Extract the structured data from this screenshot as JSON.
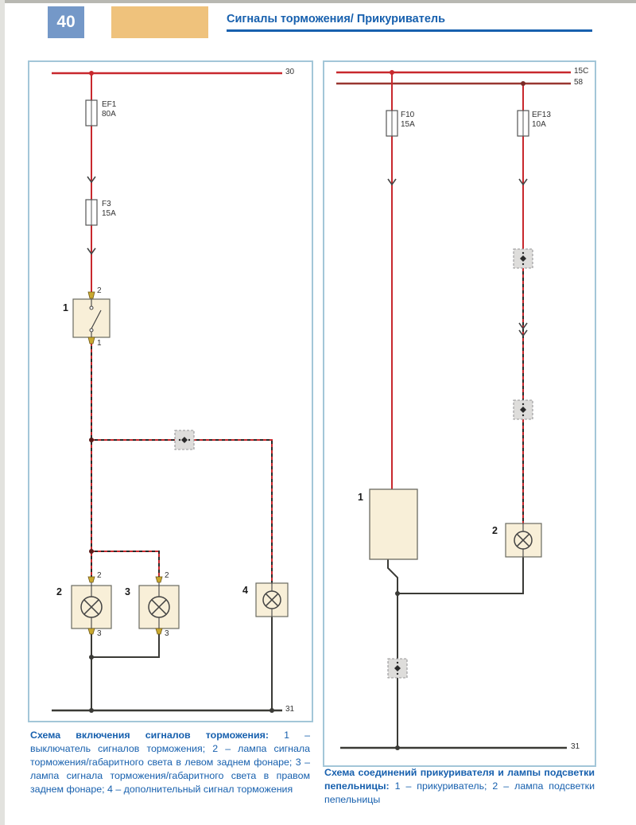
{
  "page": {
    "number": "40",
    "title": "Сигналы торможения/ Прикуриватель"
  },
  "brake_diagram": {
    "bus_top": "30",
    "bus_bottom": "31",
    "fuse_main": {
      "name": "EF1",
      "rating": "80A"
    },
    "fuse_circuit": {
      "name": "F3",
      "rating": "15A"
    },
    "switch": {
      "ref": "1",
      "pin_top": "2",
      "pin_bottom": "1"
    },
    "lamp_left": {
      "ref": "2",
      "pin_top": "2",
      "pin_bottom": "3"
    },
    "lamp_right": {
      "ref": "3",
      "pin_top": "2",
      "pin_bottom": "3"
    },
    "aux_lamp": {
      "ref": "4"
    },
    "caption": {
      "title": "Схема включения сигналов торможения:",
      "body": "1 – выключатель сигналов торможения; 2 – лампа сигнала торможения/габаритного света в левом заднем фонаре; 3 – лампа сигнала торможения/габаритного света в правом заднем фонаре; 4 – дополнительный сигнал торможения"
    }
  },
  "lighter_diagram": {
    "bus_top_primary": "15C",
    "bus_top_secondary": "58",
    "bus_bottom": "31",
    "fuse_left": {
      "name": "F10",
      "rating": "15A"
    },
    "fuse_right": {
      "name": "EF13",
      "rating": "10A"
    },
    "lighter": {
      "ref": "1"
    },
    "lamp": {
      "ref": "2"
    },
    "caption": {
      "title": "Схема соединений прикуривателя и лампы подсветки пепельницы:",
      "body": "1 – прикуриватель; 2 – лампа подсветки пепельницы"
    }
  },
  "colors": {
    "accent_blue": "#1760ae",
    "header_block_blue": "#7498c8",
    "header_block_orange": "#efc27c",
    "panel_border": "#a3c6d8",
    "wire_power_red": "#c8282d",
    "wire_bus58_dark_red": "#993630",
    "wire_ground_dark": "#3a3a36",
    "component_fill": "#f8efd8",
    "pin_connector_yellow": "#c9a92f"
  }
}
